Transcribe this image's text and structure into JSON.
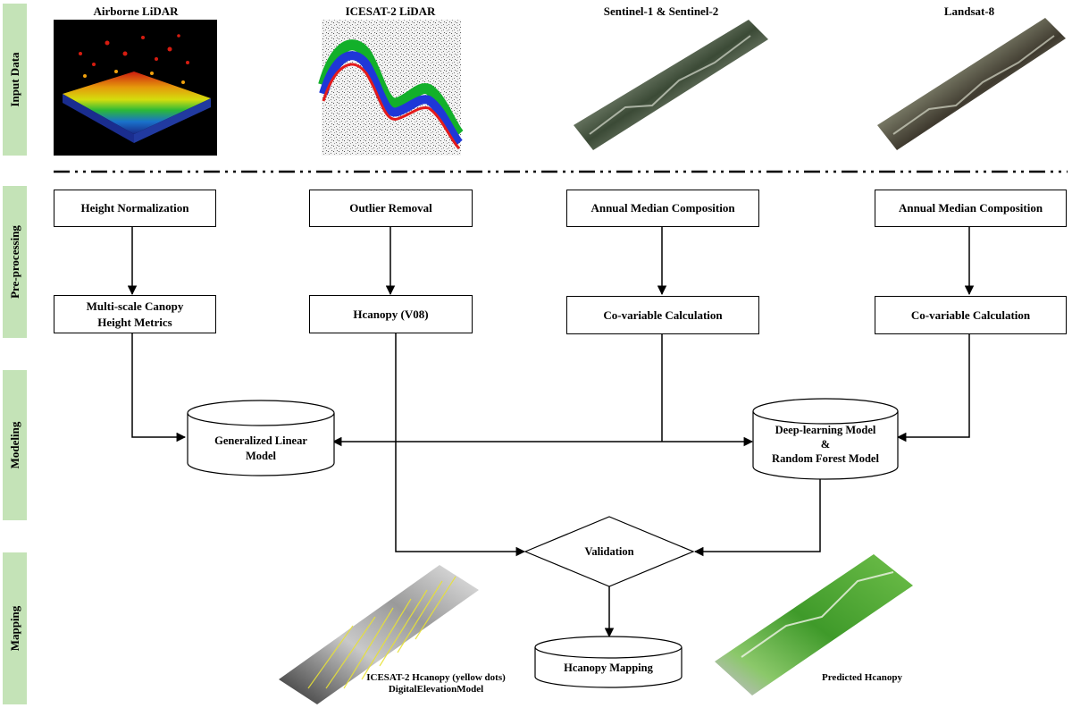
{
  "stages": {
    "input": "Input Data",
    "preprocessing": "Pre-processing",
    "modeling": "Modeling",
    "mapping": "Mapping"
  },
  "inputs": {
    "airborne": "Airborne  LiDAR",
    "icesat": "ICESAT-2  LiDAR",
    "sentinel": "Sentinel-1 & Sentinel-2",
    "landsat": "Landsat-8"
  },
  "preprocess": {
    "height_norm": "Height  Normalization",
    "outlier": "Outlier  Removal",
    "annual1": "Annual  Median  Composition",
    "annual2": "Annual  Median  Composition",
    "metrics_line1": "Multi-scale  Canopy",
    "metrics_line2": "Height  Metrics",
    "hcanopy": "Hcanopy   (V08)",
    "covar1": "Co-variable   Calculation",
    "covar2": "Co-variable   Calculation"
  },
  "modeling": {
    "glm_line1": "Generalized  Linear",
    "glm_line2": "Model",
    "dl_line1": "Deep-learning Model",
    "dl_line2": "&",
    "dl_line3": "Random Forest Model",
    "validation": "Validation"
  },
  "mapping": {
    "hcanopy_mapping": "Hcanopy  Mapping",
    "dem_caption_line1": "ICESAT-2 Hcanopy (yellow dots)",
    "dem_caption_line2": "DigitalElevationModel",
    "predicted_caption": "Predicted Hcanopy"
  },
  "colors": {
    "stage_band": "#c4e3b7",
    "line": "#000000"
  }
}
